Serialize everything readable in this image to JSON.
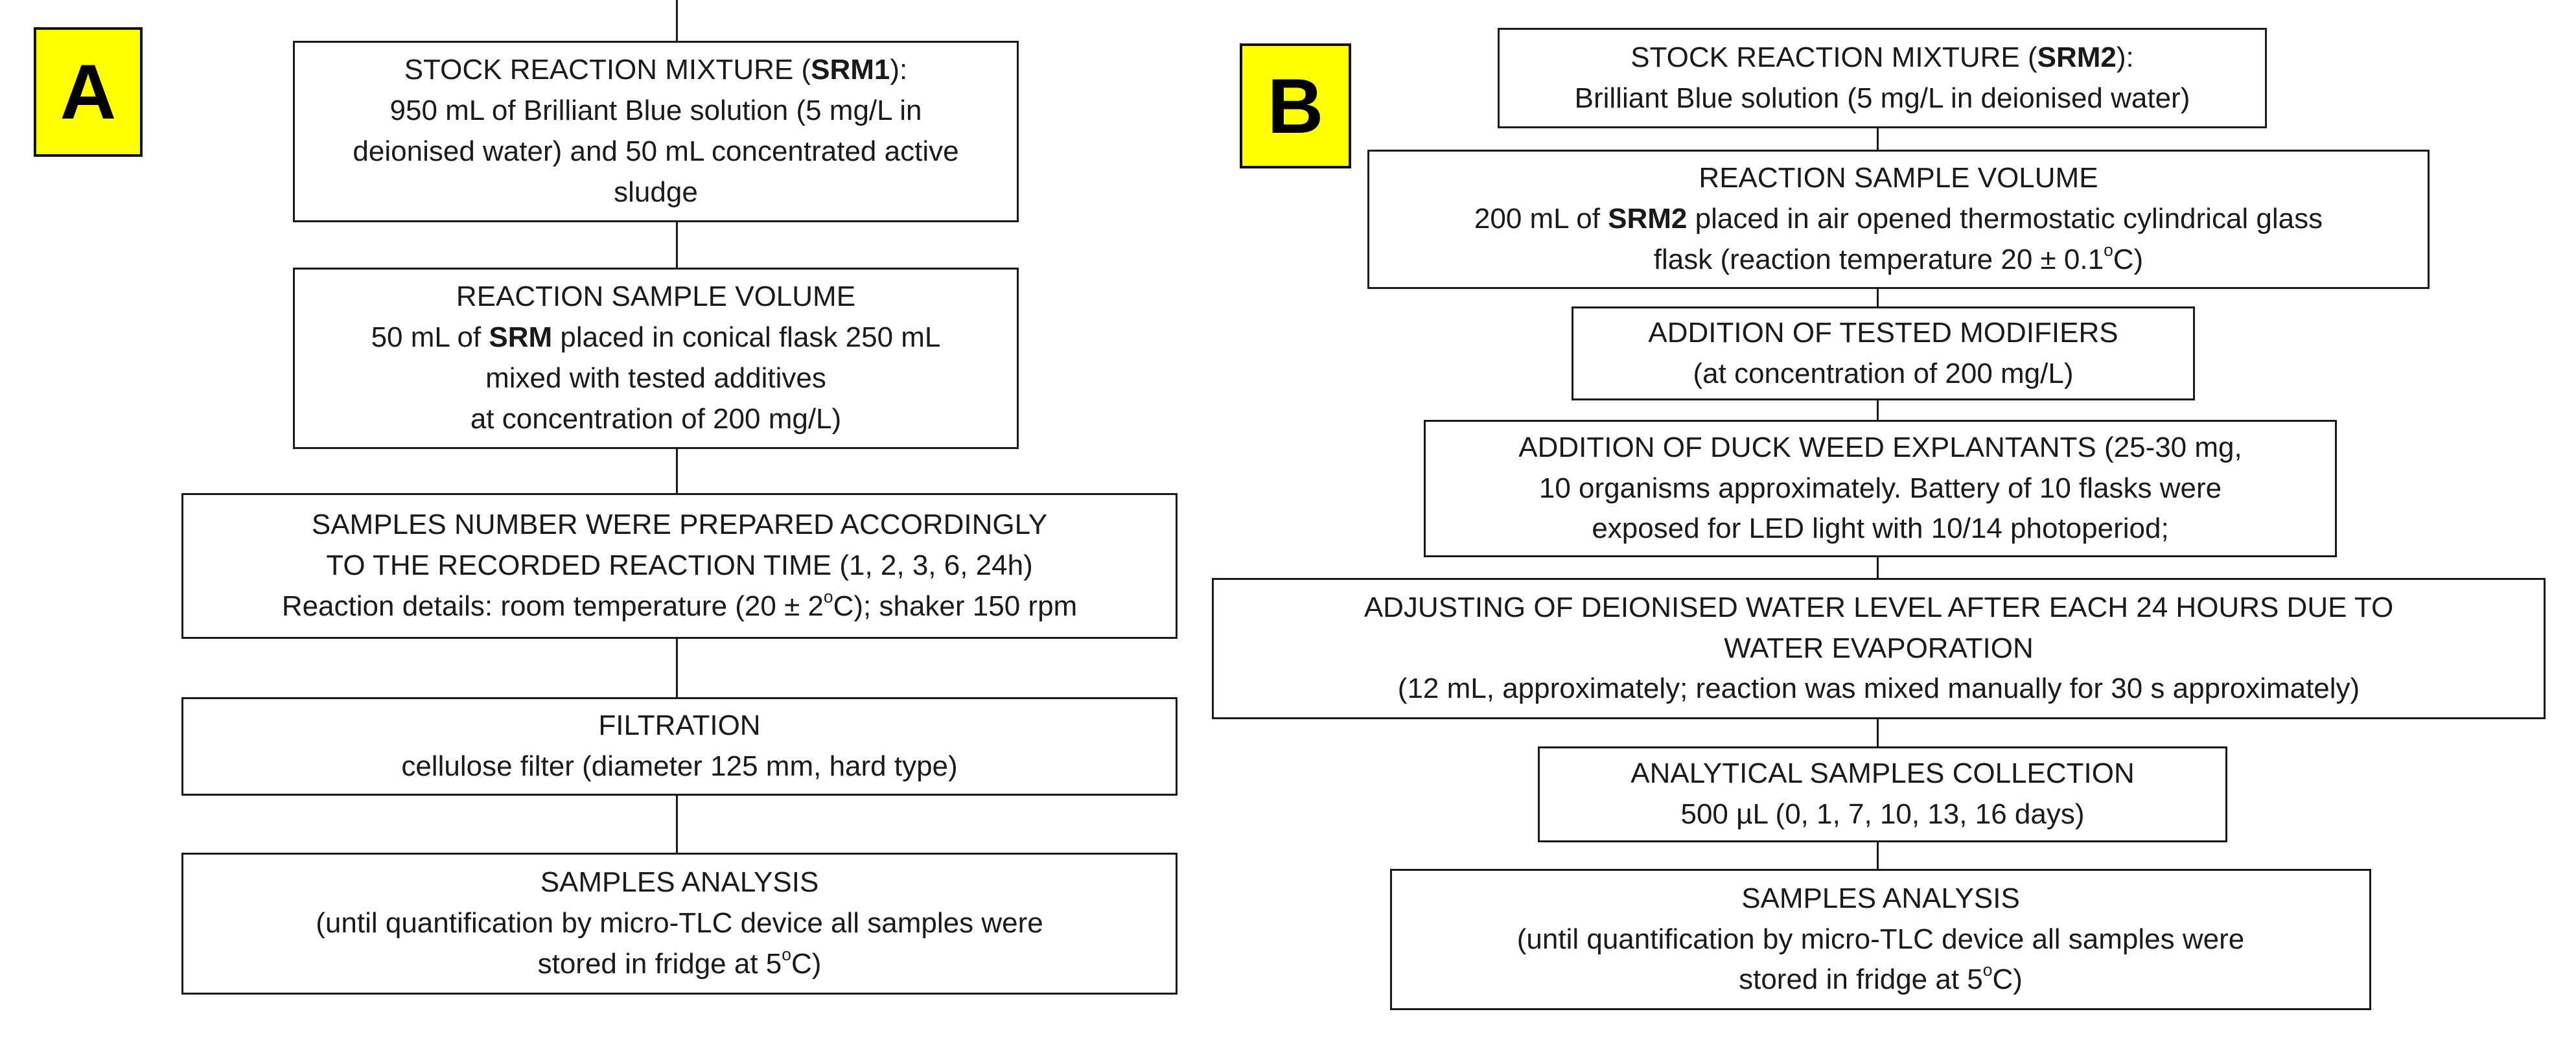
{
  "panel_a": {
    "label": "A",
    "steps": [
      {
        "lines": [
          "STOCK REACTION MIXTURE (**SRM1**):",
          "950 mL of Brilliant Blue solution (5 mg/L in",
          "deionised water) and 50 mL concentrated active",
          "sludge"
        ]
      },
      {
        "lines": [
          "REACTION SAMPLE VOLUME",
          "50 mL of **SRM** placed in conical flask 250 mL",
          "mixed with tested additives",
          "at concentration of 200 mg/L)"
        ]
      },
      {
        "lines": [
          "SAMPLES NUMBER WERE PREPARED ACCORDINGLY",
          "TO THE RECORDED REACTION TIME (1, 2, 3, 6, 24h)",
          "Reaction details: room temperature (20 ± 2^^o^^C); shaker 150 rpm"
        ]
      },
      {
        "lines": [
          "FILTRATION",
          "cellulose filter (diameter 125 mm, hard type)"
        ]
      },
      {
        "lines": [
          "SAMPLES ANALYSIS",
          "(until quantification by micro-TLC device all samples were",
          "stored in fridge at 5^^o^^C)"
        ]
      }
    ]
  },
  "panel_b": {
    "label": "B",
    "steps": [
      {
        "lines": [
          "STOCK REACTION MIXTURE (**SRM2**):",
          "Brilliant Blue solution (5 mg/L in deionised water)"
        ]
      },
      {
        "lines": [
          "REACTION SAMPLE VOLUME",
          "200 mL of **SRM2** placed in air opened thermostatic cylindrical glass",
          "flask (reaction temperature 20 ± 0.1^^o^^C)"
        ]
      },
      {
        "lines": [
          "ADDITION OF TESTED MODIFIERS",
          "(at concentration of 200 mg/L)"
        ]
      },
      {
        "lines": [
          "ADDITION OF DUCK WEED EXPLANTANTS (25-30 mg,",
          "10 organisms approximately. Battery of 10 flasks were",
          "exposed for LED light with 10/14 photoperiod;"
        ]
      },
      {
        "lines": [
          "ADJUSTING OF DEIONISED WATER LEVEL AFTER EACH 24 HOURS DUE TO",
          "WATER EVAPORATION",
          "(12 mL, approximately; reaction was mixed manually for 30 s approximately)"
        ]
      },
      {
        "lines": [
          "ANALYTICAL SAMPLES COLLECTION",
          "500 µL (0, 1, 7, 10, 13, 16 days)"
        ]
      },
      {
        "lines": [
          "SAMPLES ANALYSIS",
          "(until quantification by micro-TLC device all samples were",
          "stored in fridge at 5^^o^^C)"
        ]
      }
    ]
  }
}
